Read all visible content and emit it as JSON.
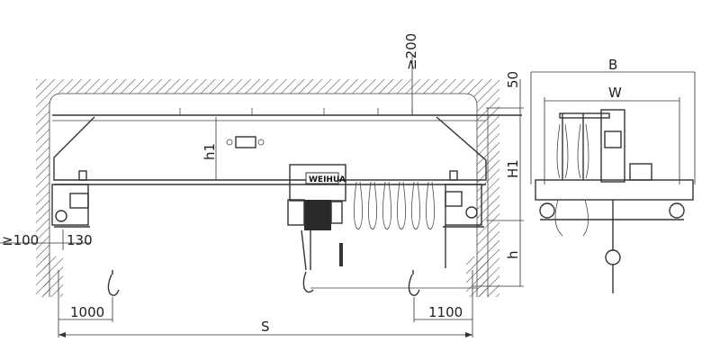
{
  "labels": {
    "clearance_top": "≥200",
    "top_gap": "50",
    "h1": "h1",
    "H1": "H1",
    "h": "h",
    "B": "B",
    "W": "W",
    "side_clearance": "≥100",
    "rail_offset": "130",
    "hook_left_limit": "1000",
    "hook_right_limit": "1100",
    "span": "S",
    "brand": "WEIHUA"
  }
}
